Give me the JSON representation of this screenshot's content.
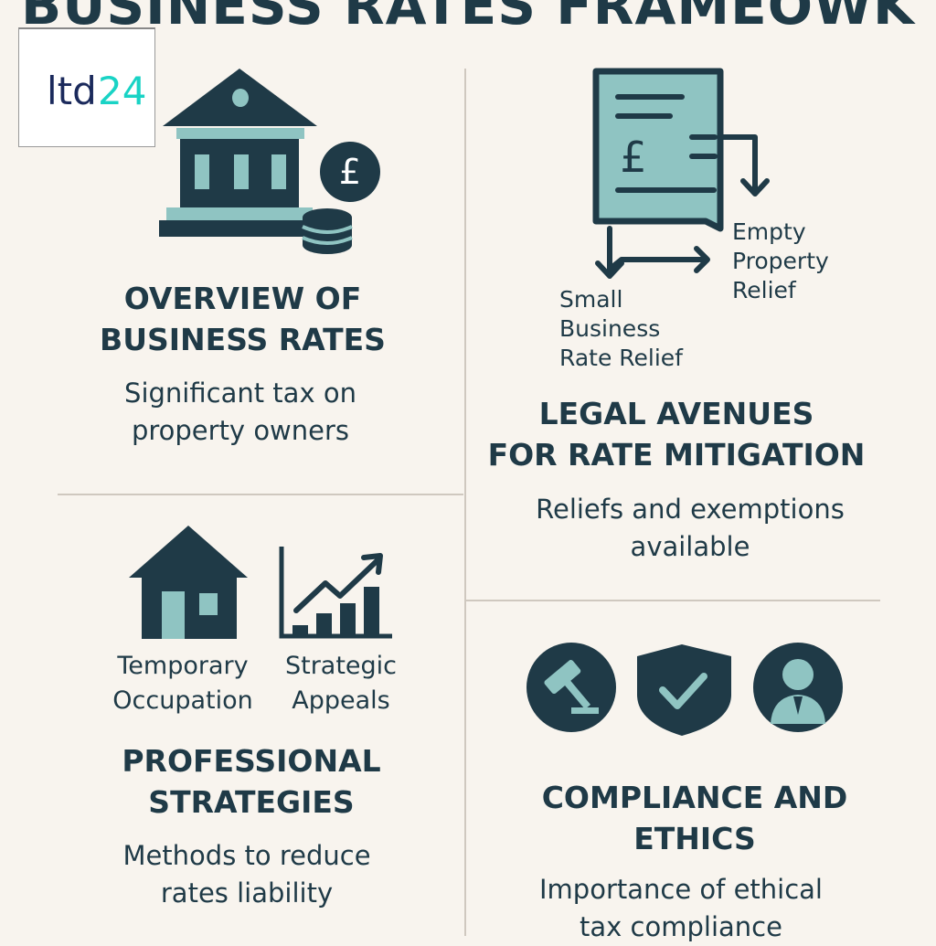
{
  "title": "BUSINESS RATES FRAMEOWK",
  "logo": {
    "text": "ltd24",
    "colors": {
      "ltd": "#1b2a5c",
      "num": "#19d3c5"
    }
  },
  "colors": {
    "dark": "#1f3a47",
    "teal": "#8fc4c2",
    "background": "#f8f4ee"
  },
  "sections": {
    "overview": {
      "heading_line1": "OVERVIEW OF",
      "heading_line2": "BUSINESS RATES",
      "text_line1": "Significant tax on",
      "text_line2": "property owners",
      "icons": [
        "bank-building-icon",
        "pound-coin-icon",
        "coin-stack-icon"
      ]
    },
    "legal": {
      "heading_line1": "LEGAL AVENUES",
      "heading_line2": "FOR RATE MITIGATION",
      "text_line1": "Reliefs and exemptions",
      "text_line2": "available",
      "branch_left": [
        "Small",
        "Business",
        "Rate Relief"
      ],
      "branch_right": [
        "Empty",
        "Property",
        "Relief"
      ],
      "icons": [
        "pound-document-icon",
        "arrow-icon"
      ]
    },
    "professional": {
      "heading_line1": "PROFESSIONAL",
      "heading_line2": "STRATEGIES",
      "text_line1": "Methods to reduce",
      "text_line2": "rates liability",
      "item_left": [
        "Temporary",
        "Occupation"
      ],
      "item_right": [
        "Strategic",
        "Appeals"
      ],
      "icons": [
        "house-icon",
        "growth-chart-icon"
      ]
    },
    "compliance": {
      "heading_line1": "COMPLIANCE AND",
      "heading_line2": "ETHICS",
      "text_line1": "Importance of ethical",
      "text_line2": "tax compliance",
      "icons": [
        "gavel-icon",
        "shield-check-icon",
        "person-icon"
      ]
    }
  }
}
